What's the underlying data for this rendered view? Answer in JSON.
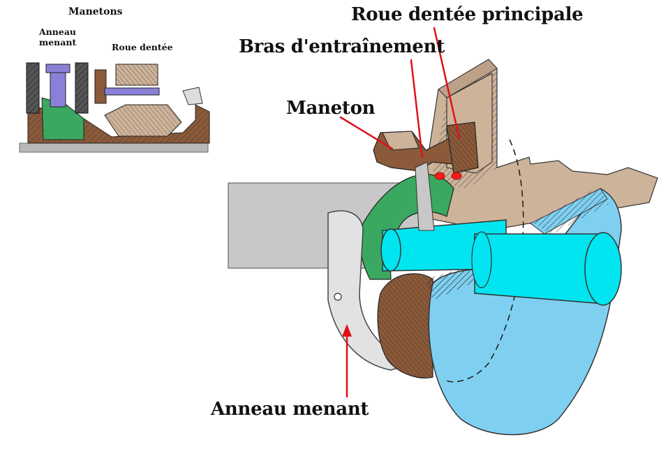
{
  "inset": {
    "title": "Manetons",
    "label_ring": [
      "Anneau",
      "menant"
    ],
    "label_gear": "Roue dentée"
  },
  "labels": {
    "main_gear": "Roue dentée principale",
    "drive_arm": "Bras d'entraînement",
    "crankpin": "Maneton",
    "drive_ring": "Anneau menant"
  },
  "colors": {
    "axle_cyan": "#00e5f0",
    "wheel_blue": "#7fd0f0",
    "drive_ring_grey": "#e2e2e2",
    "green_part": "#3aa860",
    "gear_brown": "#8a5a3a",
    "housing_tan": "#cdb39a",
    "arrow_red": "#e0101a"
  }
}
